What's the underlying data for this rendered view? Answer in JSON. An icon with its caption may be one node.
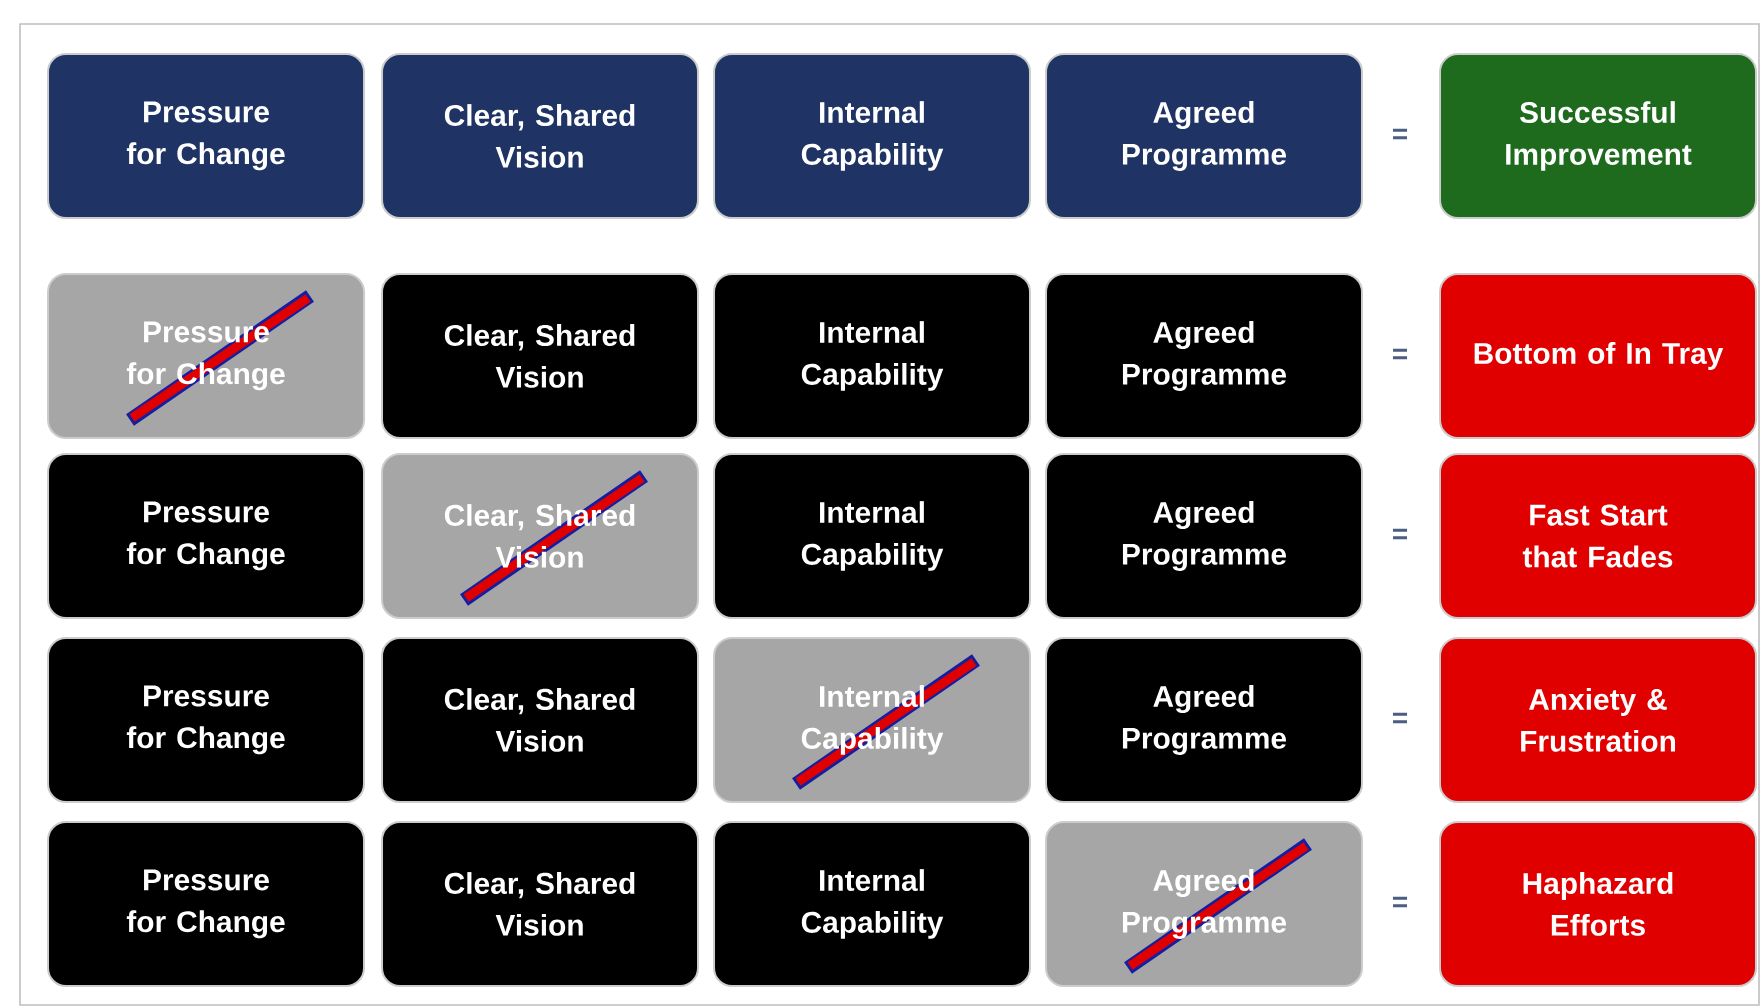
{
  "diagram": {
    "nodes": [
      {
        "text": [
          "Pressure for Change"
        ]
      },
      {
        "text": [
          "Clear, Shared Vision"
        ]
      },
      {
        "text": [
          "Internal Capability"
        ]
      },
      {
        "text": [
          "Agreed Programme"
        ]
      },
      {
        "text": [
          "Successful Improvement"
        ]
      },
      {
        "text": [
          "Pressure for Change"
        ]
      },
      {
        "text": [
          "Clear, Shared Vision"
        ]
      },
      {
        "text": [
          "Internal Capability"
        ]
      },
      {
        "text": [
          "Agreed Programme"
        ]
      },
      {
        "text": [
          "Bottom of In Tray"
        ]
      },
      {
        "text": [
          "Pressure for Change"
        ]
      },
      {
        "text": [
          "Clear, Shared Vision"
        ]
      },
      {
        "text": [
          "Internal Capability"
        ]
      },
      {
        "text": [
          "Agreed Programme"
        ]
      },
      {
        "text": [
          "Fast Start that Fades"
        ]
      },
      {
        "text": [
          "Pressure for Change"
        ]
      },
      {
        "text": [
          "Clear, Shared Vision"
        ]
      },
      {
        "text": [
          "Internal Capability"
        ]
      },
      {
        "text": [
          "Agreed Programme"
        ]
      },
      {
        "text": [
          "Anxiety & Frustration"
        ]
      },
      {
        "text": [
          "Pressure for Change"
        ]
      },
      {
        "text": [
          "Clear, Shared Vision"
        ]
      },
      {
        "text": [
          "Internal Capability"
        ]
      },
      {
        "text": [
          "Agreed Programme"
        ]
      },
      {
        "text": [
          "Haphazard Efforts"
        ]
      }
    ],
    "labels": [
      "=",
      "=",
      "=",
      "=",
      "="
    ]
  }
}
